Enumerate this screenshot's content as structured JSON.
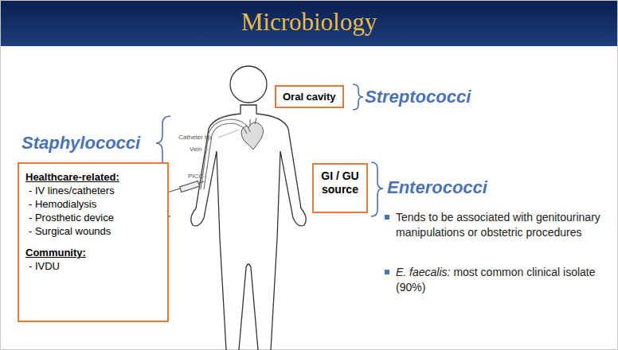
{
  "diagram": {
    "title": "Microbiology",
    "nodes": [
      {
        "text": [
          "Oral cavity"
        ]
      },
      {
        "text": [
          "Healthcare-related:",
          "- IV lines/catheters",
          "- Hemodialysis",
          "- Prosthetic device",
          "- Surgical wounds",
          "Community:",
          "- IVDU"
        ]
      },
      {
        "text": [
          "GI / GU source"
        ]
      }
    ],
    "labels": [
      "Catheter tip",
      "Vein",
      "PICC",
      "Staphylococci",
      "Streptococci",
      "Enterococci",
      "Tends to be associated with genitourinary manipulations or obstetric procedures",
      "E. faecalis:",
      "most common clinical isolate (90%)"
    ]
  }
}
